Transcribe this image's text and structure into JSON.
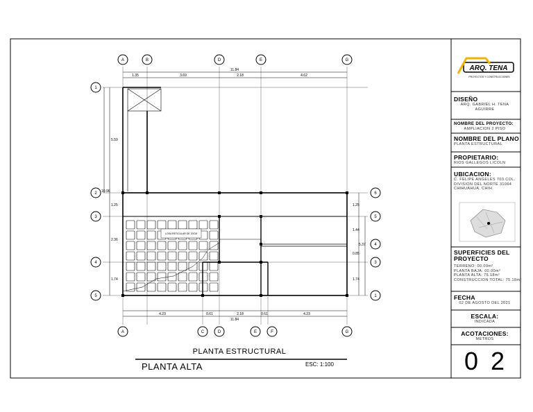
{
  "plan": {
    "title": "PLANTA ESTRUCTURAL",
    "subtitle": "PLANTA ALTA",
    "scale": "ESC: 1:100",
    "overall_dim": "11.84",
    "top_dims": [
      "1.35",
      "3.69",
      "2.18",
      "4.62"
    ],
    "bottom_dims": [
      "4.23",
      "0.61",
      "2.18",
      "0.61",
      "4.23"
    ],
    "left_dims": [
      "5.59",
      "10.96",
      "1.25",
      "2.36",
      "1.74"
    ],
    "right_dims": [
      "1.25",
      "1.44",
      "5.37",
      "0.85",
      "1.74"
    ],
    "top_axes": [
      "A",
      "B",
      "D",
      "E",
      "G"
    ],
    "bottom_axes": [
      "A",
      "C",
      "D",
      "E",
      "F",
      "G"
    ],
    "left_axes": [
      "1",
      "2",
      "3",
      "4",
      "5"
    ],
    "right_axes": [
      "6",
      "5",
      "4",
      "3",
      "1"
    ],
    "slab_note": "LOSA RETICULAR DE 20CM"
  },
  "titleblock": {
    "logo_text": "ARQ. TENA",
    "logo_sub": "PROYECTOS Y CONSTRUCCIONES",
    "diseno_label": "DISEÑO",
    "diseno_value": "ARQ. GABRIEL H. TENA AGUIRRE",
    "proyecto_label": "NOMBRE DEL PROYECTO:",
    "proyecto_value": "AMPLIACION 2 PISO",
    "plano_label": "NOMBRE DEL PLANO",
    "plano_value": "PLANTA ESTRUCTURAL",
    "propietario_label": "PROPIETARIO:",
    "propietario_value": "RIOS GALLEGOS LICOLN",
    "ubicacion_label": "UBICACION:",
    "ubicacion_value": "C. FELIPE ANGELES 703 COL. DIVISION DEL NORTE 31064 CHIHUAHUA, CHIH.",
    "superficies_label": "SUPERFICIES DEL PROYECTO",
    "superficies_lines": [
      "TERRENO: 00.00m²",
      "PLANTA BAJA: 00.00m²",
      "PLANTA ALTA: 75.18m²",
      "CONSTRUCCION TOTAL: 75.18m²"
    ],
    "fecha_label": "FECHA",
    "fecha_value": "02 DE AGOSTO DEL 2021",
    "escala_label": "ESCALA:",
    "escala_value": "INDICADA",
    "acotaciones_label": "ACOTACIONES:",
    "acotaciones_value": "METROS",
    "sheet_number": "0 2"
  }
}
